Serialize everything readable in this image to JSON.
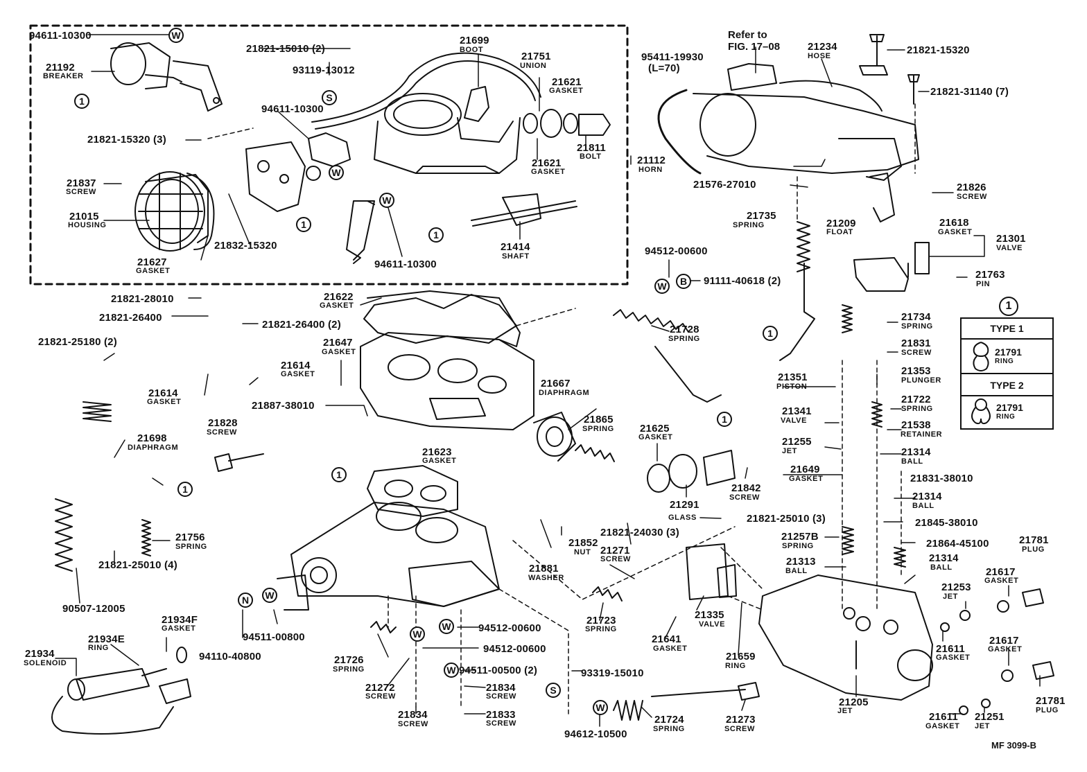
{
  "diagram": {
    "figure_code": "MF 3099-B",
    "reference": {
      "line1": "Refer to",
      "line2": "FIG. 17–08"
    },
    "callout_symbol": "1",
    "type_legend": {
      "symbol": "1",
      "type1_label": "TYPE 1",
      "type1_part": "21791",
      "type1_name": "RING",
      "type2_label": "TYPE 2",
      "type2_part": "21791",
      "type2_name": "RING"
    },
    "markers": {
      "w": "W",
      "s": "S",
      "b": "B",
      "n": "N"
    },
    "labels": {
      "p94611_10300_a": "94611-10300",
      "p21192": "21192",
      "n21192": "BREAKER",
      "p21821_15010": "21821-15010 (2)",
      "p93119_13012": "93119-13012",
      "p21699": "21699",
      "n21699": "BOOT",
      "p21751": "21751",
      "n21751": "UNION",
      "p21621_a": "21621",
      "n21621_a": "GASKET",
      "p94611_10300_b": "94611-10300",
      "p21821_15320_3": "21821-15320 (3)",
      "p21811": "21811",
      "n21811": "BOLT",
      "p21621_b": "21621",
      "n21621_b": "GASKET",
      "p21112": "21112",
      "n21112": "HORN",
      "p21837": "21837",
      "n21837": "SCREW",
      "p21015": "21015",
      "n21015": "HOUSING",
      "p21832_15320": "21832-15320",
      "p21627": "21627",
      "n21627": "GASKET",
      "p94611_10300_c": "94611-10300",
      "p21414": "21414",
      "n21414": "SHAFT",
      "p95411_19930": "95411-19930",
      "n95411_len": "(L=70)",
      "p21234": "21234",
      "n21234": "HOSE",
      "p21821_15320": "21821-15320",
      "p21821_31140": "21821-31140 (7)",
      "p21576_27010": "21576-27010",
      "p21826": "21826",
      "n21826": "SCREW",
      "p21735": "21735",
      "n21735": "SPRING",
      "p21209": "21209",
      "n21209": "FLOAT",
      "p21618": "21618",
      "n21618": "GASKET",
      "p21301": "21301",
      "n21301": "VALVE",
      "p21763": "21763",
      "n21763": "PIN",
      "p94512_00600_a": "94512-00600",
      "p91111_40618": "91111-40618 (2)",
      "p21821_28010": "21821-28010",
      "p21821_26400_a": "21821-26400",
      "p21821_26400_b": "21821-26400 (2)",
      "p21622": "21622",
      "n21622": "GASKET",
      "p21728": "21728",
      "n21728": "SPRING",
      "p21734": "21734",
      "n21734": "SPRING",
      "p21831": "21831",
      "n21831": "SCREW",
      "p21821_25180": "21821-25180 (2)",
      "p21647": "21647",
      "n21647": "GASKET",
      "p21614_a": "21614",
      "n21614_a": "GASKET",
      "p21614_b": "21614",
      "n21614_b": "GASKET",
      "p21353": "21353",
      "n21353": "PLUNGER",
      "p21351": "21351",
      "n21351": "PISTON",
      "p21667": "21667",
      "n21667": "DIAPHRAGM",
      "p21887_38010": "21887-38010",
      "p21722": "21722",
      "n21722": "SPRING",
      "p21341": "21341",
      "n21341": "VALVE",
      "p21538": "21538",
      "n21538": "RETAINER",
      "p21828": "21828",
      "n21828": "SCREW",
      "p21865": "21865",
      "n21865": "SPRING",
      "p21625": "21625",
      "n21625": "GASKET",
      "p21698": "21698",
      "n21698": "DIAPHRAGM",
      "p21255": "21255",
      "n21255": "JET",
      "p21314_a": "21314",
      "n21314_a": "BALL",
      "p21623": "21623",
      "n21623": "GASKET",
      "p21649": "21649",
      "n21649": "GASKET",
      "p21831_38010": "21831-38010",
      "p21842": "21842",
      "n21842": "SCREW",
      "p21291": "21291",
      "n21291": "GLASS",
      "p21314_b": "21314",
      "n21314_b": "BALL",
      "p21821_25010_3": "21821-25010 (3)",
      "p21845_38010": "21845-38010",
      "p21756": "21756",
      "n21756": "SPRING",
      "p21852": "21852",
      "n21852": "NUT",
      "p21257b": "21257B",
      "n21257b": "SPRING",
      "p21864_45100": "21864-45100",
      "p21781_a": "21781",
      "n21781_a": "PLUG",
      "p21821_24030": "21821-24030 (3)",
      "p21881": "21881",
      "n21881": "WASHER",
      "p21271": "21271",
      "n21271": "SCREW",
      "p21313": "21313",
      "n21313": "BALL",
      "p21314_c": "21314",
      "n21314_c": "BALL",
      "p21617_a": "21617",
      "n21617_a": "GASKET",
      "p21821_25010_4": "21821-25010 (4)",
      "p21253": "21253",
      "n21253": "JET",
      "p90507_12005": "90507-12005",
      "p21335": "21335",
      "n21335": "VALVE",
      "p21723": "21723",
      "n21723": "SPRING",
      "p21934f": "21934F",
      "n21934f": "GASKET",
      "p94512_00600_b": "94512-00600",
      "p21641": "21641",
      "n21641": "GASKET",
      "p21934e": "21934E",
      "n21934e": "RING",
      "p94511_00800": "94511-00800",
      "p94512_00600_c": "94512-00600",
      "p21611_a": "21611",
      "n21611_a": "GASKET",
      "p21934": "21934",
      "n21934": "SOLENOID",
      "p94110_40800": "94110-40800",
      "p21726": "21726",
      "n21726": "SPRING",
      "p94511_00500": "94511-00500 (2)",
      "p21659": "21659",
      "n21659": "RING",
      "p21617_b": "21617",
      "n21617_b": "GASKET",
      "p93319_15010": "93319-15010",
      "p21272": "21272",
      "n21272": "SCREW",
      "p21834_a": "21834",
      "n21834_a": "SCREW",
      "p21781_b": "21781",
      "n21781_b": "PLUG",
      "p21205": "21205",
      "n21205": "JET",
      "p21834_b": "21834",
      "n21834_b": "SCREW",
      "p21833": "21833",
      "n21833": "SCREW",
      "p94612_10500": "94612-10500",
      "p21724": "21724",
      "n21724": "SPRING",
      "p21273": "21273",
      "n21273": "SCREW",
      "p21611_b": "21611",
      "n21611_b": "GASKET",
      "p21251": "21251",
      "n21251": "JET"
    }
  }
}
